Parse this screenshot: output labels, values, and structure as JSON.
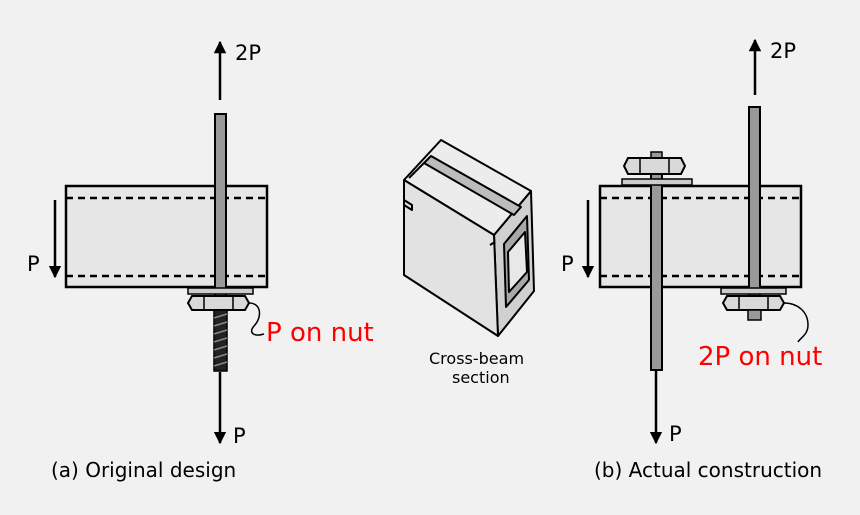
{
  "colors": {
    "background": "#f1f1f1",
    "beam_fill": "#e6e6e6",
    "rod_fill": "#999999",
    "thread_fill": "#222222",
    "outline": "#000000",
    "highlight_text": "#ff0000"
  },
  "left": {
    "force_top": "2P",
    "force_bottom": "P",
    "force_side": "P",
    "nut_label": "P on nut",
    "caption": "(a) Original design"
  },
  "center": {
    "caption_line1": "Cross-beam",
    "caption_line2": "section"
  },
  "right": {
    "force_top": "2P",
    "force_bottom": "P",
    "force_side": "P",
    "nut_label": "2P on nut",
    "caption": "(b) Actual construction"
  }
}
